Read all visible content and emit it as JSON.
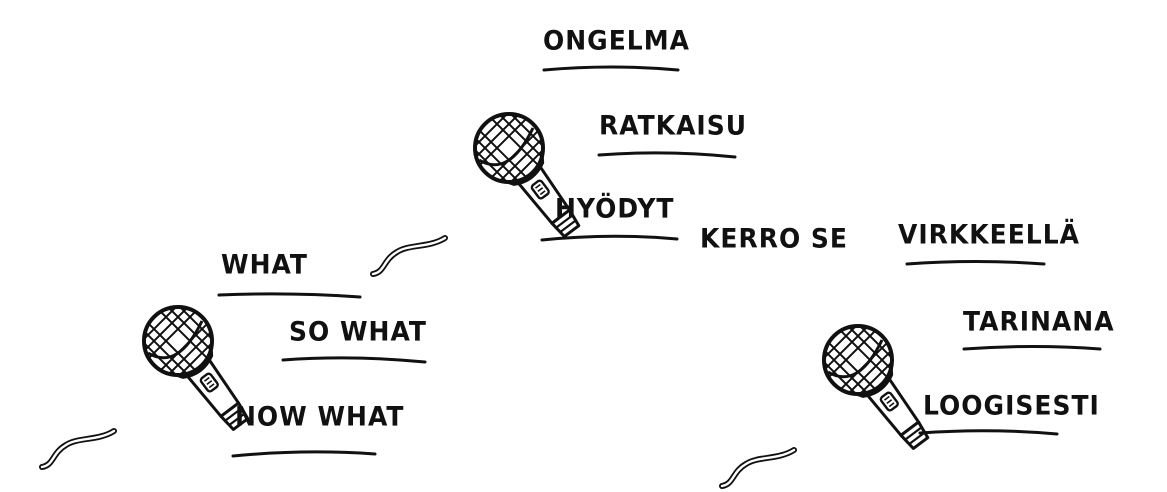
{
  "colors": {
    "ink": "#111111",
    "background": "#ffffff"
  },
  "icons": [
    "microphone-icon",
    "microphone-icon",
    "microphone-icon"
  ],
  "group_problem": {
    "words": [
      "ONGELMA",
      "RATKAISU",
      "HYÖDYT"
    ]
  },
  "group_what": {
    "words": [
      "WHAT",
      "SO WHAT",
      "NOW WHAT"
    ]
  },
  "group_tell": {
    "lead": "KERRO SE",
    "words": [
      "VIRKKEELLÄ",
      "TARINANA",
      "LOOGISESTI"
    ]
  }
}
